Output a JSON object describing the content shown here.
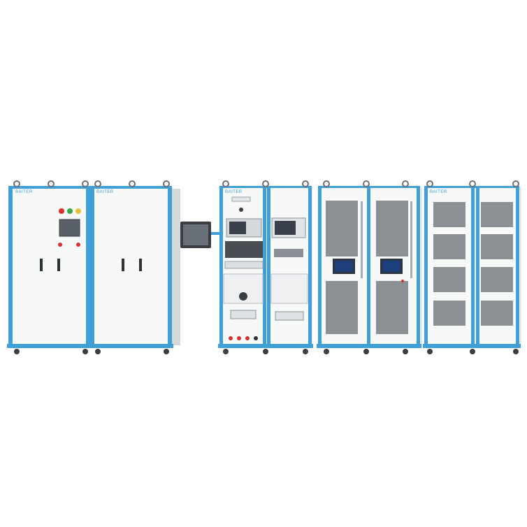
{
  "brand": {
    "text": "BAITER",
    "color": "#3f9fd6"
  },
  "colors": {
    "frame_blue": "#3f9fd6",
    "panel_white": "#f7f8f8",
    "side_grey": "#d9dcde",
    "mesh_grey": "#8c9094",
    "screen_dark": "#2c3440",
    "screen_blue": "#1f3f7a",
    "lamp_red": "#d83030",
    "lamp_green": "#3aa84a",
    "lamp_yellow": "#e2c23a",
    "wheel": "#3a3d42"
  },
  "cabinets": [
    {
      "kind": "control-cabinet",
      "brand_label": true,
      "touch_panel": true,
      "indicator_lamps": [
        "red",
        "green",
        "yellow"
      ],
      "handles": 2
    },
    {
      "kind": "blank-cabinet",
      "brand_label": true,
      "handles": 2
    },
    {
      "kind": "monitor-arm",
      "screen": true
    },
    {
      "kind": "instrument-rack",
      "brand_label": true,
      "modules": [
        "analyzer",
        "relay-panel",
        "terminal-block"
      ]
    },
    {
      "kind": "instrument-rack",
      "brand_label": false,
      "modules": [
        "oscilloscope",
        "source",
        "terminal-panel"
      ]
    },
    {
      "kind": "mesh-cabinet",
      "brand_label": false,
      "touch_screens": 2
    },
    {
      "kind": "window-cabinet",
      "brand_label": true,
      "windows_per_door": 4
    }
  ]
}
